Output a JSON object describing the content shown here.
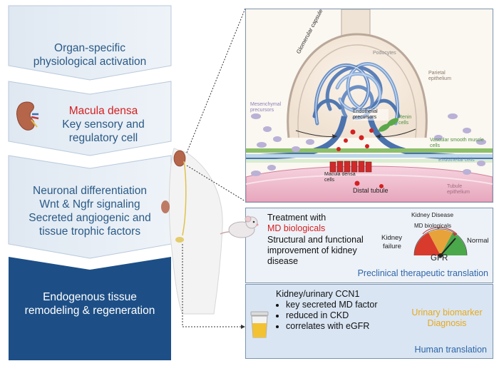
{
  "left_steps": {
    "step1": {
      "line1": "Organ-specific",
      "line2": "physiological activation"
    },
    "step2": {
      "title": "Macula densa",
      "line2": "Key sensory and",
      "line3": "regulatory cell"
    },
    "step3": {
      "line1": "Neuronal differentiation",
      "line2": "Wnt & Ngfr signaling",
      "line3": "Secreted angiogenic and",
      "line4": "tissue trophic factors"
    },
    "step4": {
      "line1": "Endogenous tissue",
      "line2": "remodeling & regeneration"
    }
  },
  "glomerulus": {
    "labels": {
      "glomerular_capsule": "Glomerular capsule",
      "podocytes": "Podocytes",
      "parietal_epithelium": "Parietal epithelium",
      "endothelial_precursors": "Endothelial precursors",
      "mesenchymal_precursors": "Mesenchymal precursors",
      "renin_cells": "Renin cells",
      "vascular_smc": "Vascular smooth muscle cells",
      "endothelial_cells": "Endothelial cells",
      "macula_densa_cells": "Macula densa cells",
      "distal_tubule": "Distal tubule",
      "tubule_epithelium": "Tubule epithelium"
    }
  },
  "preclinical": {
    "treatment": "Treatment with",
    "md_biologicals": "MD biologicals",
    "improvement1": "Structural and functional",
    "improvement2": "improvement of kidney",
    "improvement3": "disease",
    "gauge": {
      "kidney_disease": "Kidney Disease",
      "md_biologicals": "MD biologicals",
      "kidney_failure_1": "Kidney",
      "kidney_failure_2": "failure",
      "normal": "Normal",
      "gfr": "GFR"
    },
    "caption": "Preclinical therapeutic translation"
  },
  "human": {
    "title": "Kidney/urinary CCN1",
    "bullets": [
      "key secreted MD factor",
      "reduced in CKD",
      "correlates with eGFR"
    ],
    "biomarker1": "Urinary biomarker",
    "biomarker2": "Diagnosis",
    "caption": "Human translation"
  },
  "colors": {
    "chevron_light": "#e6edf5",
    "chevron_dark": "#1d4f86",
    "accent_red": "#d42020",
    "caption_blue": "#2e66a8",
    "biomarker_yellow": "#e7a91b"
  }
}
